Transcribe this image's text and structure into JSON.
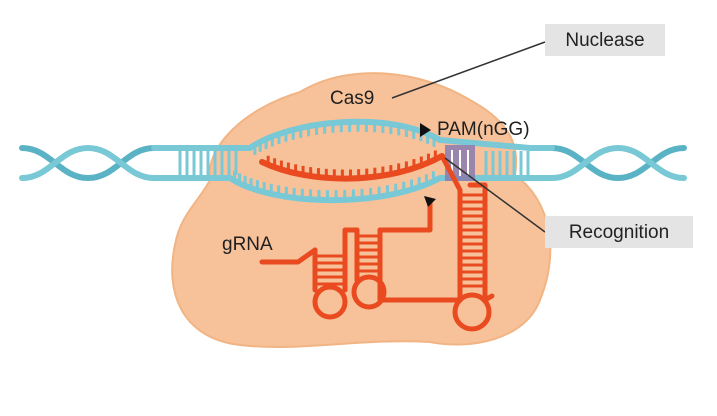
{
  "labels": {
    "nuclease": "Nuclease",
    "cas9": "Cas9",
    "pam": "PAM(nGG)",
    "recognition": "Recognition",
    "grna": "gRNA"
  },
  "colors": {
    "background": "#ffffff",
    "protein_fill": "#f7c29a",
    "protein_edge": "#f2b483",
    "dna_strand": "#78c8d6",
    "dna_strand_dark": "#5ab3c4",
    "rna": "#ea4a1f",
    "pam": "#8a7bb0",
    "label_box": "#e4e4e4",
    "text": "#222222",
    "leader_line": "#333333"
  }
}
